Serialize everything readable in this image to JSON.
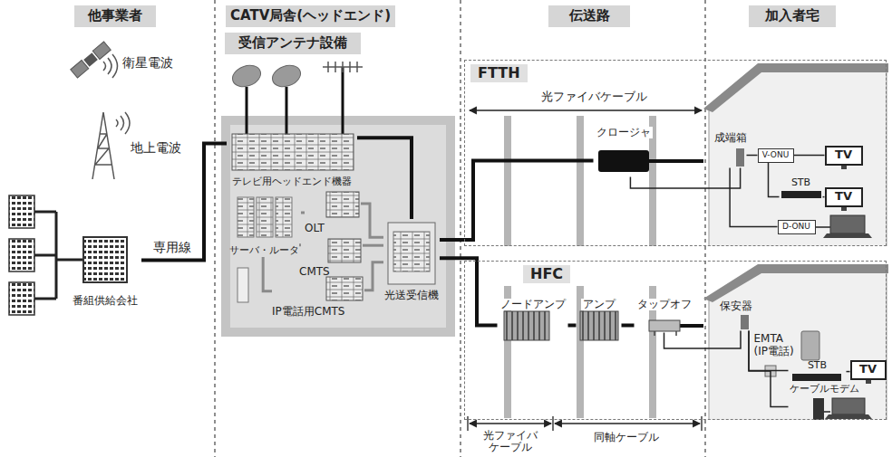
{
  "diagram": {
    "nodes": [
      {
        "text": [
          "他事業者"
        ]
      },
      {
        "text": [
          "CATV局舎(ヘッドエンド)"
        ]
      },
      {
        "text": [
          "伝送路"
        ]
      },
      {
        "text": [
          "加入者宅"
        ]
      },
      {
        "text": [
          "受信アンテナ設備"
        ]
      },
      {
        "text": [
          "番組供給会社"
        ]
      },
      {
        "text": [
          "テレビ用ヘッドエンド機器"
        ]
      },
      {
        "text": [
          "サーバ・ルータ"
        ]
      },
      {
        "text": [
          "OLT"
        ]
      },
      {
        "text": [
          "CMTS"
        ]
      },
      {
        "text": [
          "IP電話用CMTS"
        ]
      },
      {
        "text": [
          "光送受信機"
        ]
      },
      {
        "text": [
          "FTTH"
        ]
      },
      {
        "text": [
          "クロージャ"
        ],
        "in": 12
      },
      {
        "text": [
          "成端箱"
        ],
        "in": 12
      },
      {
        "text": [
          "V-ONU"
        ],
        "in": 12
      },
      {
        "text": [
          "TV"
        ],
        "in": 12
      },
      {
        "text": [
          "STB"
        ],
        "in": 12
      },
      {
        "text": [
          "TV"
        ],
        "in": 12
      },
      {
        "text": [
          "D-ONU"
        ],
        "in": 12
      },
      {
        "text": [
          "HFC"
        ]
      },
      {
        "text": [
          "ノードアンプ"
        ],
        "in": 20
      },
      {
        "text": [
          "アンプ"
        ],
        "in": 20
      },
      {
        "text": [
          "タップオフ"
        ],
        "in": 20
      },
      {
        "text": [
          "保安器"
        ],
        "in": 20
      },
      {
        "text": [
          "EMTA (IP電話)"
        ],
        "in": 20
      },
      {
        "text": [
          "STB"
        ],
        "in": 20
      },
      {
        "text": [
          "ケーブルモデム"
        ],
        "in": 20
      },
      {
        "text": [
          "TV"
        ],
        "in": 20
      }
    ],
    "edges": [
      {
        "from": 5,
        "to": 6,
        "arrow": "none",
        "label": "専用線"
      },
      {
        "from": 6,
        "to": 11,
        "arrow": "none"
      },
      {
        "from": 7,
        "to": 8,
        "arrow": "none"
      },
      {
        "from": 7,
        "to": 9,
        "arrow": "none"
      },
      {
        "from": 7,
        "to": 10,
        "arrow": "none"
      },
      {
        "from": 8,
        "to": 11,
        "arrow": "none"
      },
      {
        "from": 9,
        "to": 11,
        "arrow": "none"
      },
      {
        "from": 10,
        "to": 11,
        "arrow": "none"
      },
      {
        "from": 11,
        "to": 13,
        "arrow": "none"
      },
      {
        "from": 13,
        "to": 14,
        "arrow": "none"
      },
      {
        "from": 14,
        "to": 15,
        "arrow": "none"
      },
      {
        "from": 15,
        "to": 16,
        "arrow": "none"
      },
      {
        "from": 15,
        "to": 17,
        "arrow": "none"
      },
      {
        "from": 17,
        "to": 18,
        "arrow": "none"
      },
      {
        "from": 14,
        "to": 19,
        "arrow": "none"
      },
      {
        "from": 11,
        "to": 21,
        "arrow": "none"
      },
      {
        "from": 21,
        "to": 22,
        "arrow": "none"
      },
      {
        "from": 22,
        "to": 23,
        "arrow": "none"
      },
      {
        "from": 23,
        "to": 24,
        "arrow": "none"
      },
      {
        "from": 24,
        "to": 26,
        "arrow": "none"
      },
      {
        "from": 24,
        "to": 27,
        "arrow": "none"
      },
      {
        "from": 26,
        "to": 28,
        "arrow": "none"
      }
    ],
    "labels": [
      "衛星電波",
      "地上電波",
      "光ファイバケーブル",
      "光ファイバ ケーブル",
      "同軸ケーブル"
    ]
  }
}
